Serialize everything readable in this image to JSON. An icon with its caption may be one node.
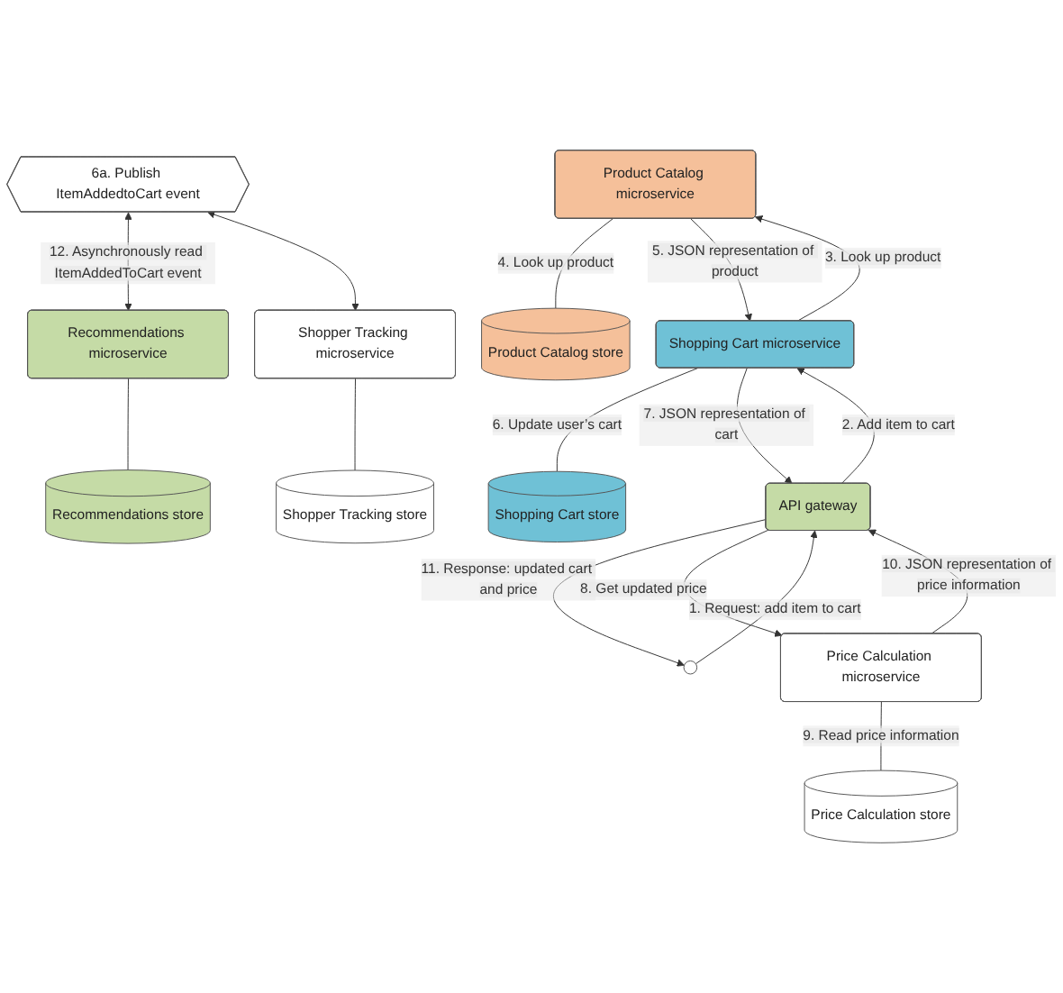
{
  "diagram": {
    "nodes": [
      {
        "text": [
          "Product Catalog microservice"
        ]
      },
      {
        "text": [
          "Product Catalog store"
        ]
      },
      {
        "text": [
          "Shopping Cart microservice"
        ]
      },
      {
        "text": [
          "Shopping Cart store"
        ]
      },
      {
        "text": [
          "6a. Publish ItemAddedtoCart event"
        ]
      },
      {
        "text": [
          "Recommendations microservice"
        ]
      },
      {
        "text": [
          "Recommendations store"
        ]
      },
      {
        "text": [
          "Shopper Tracking microservice"
        ]
      },
      {
        "text": [
          "Shopper Tracking store"
        ]
      },
      {
        "text": [],
        "shape": "person"
      },
      {
        "text": [
          "API gateway"
        ]
      },
      {
        "text": [
          "Price Calculation microservice"
        ]
      },
      {
        "text": [
          "Price Calculation store"
        ]
      }
    ],
    "edges": [
      {
        "from": 0,
        "to": 1,
        "arrow": "none",
        "label": "4. Look up product"
      },
      {
        "from": 2,
        "to": 0,
        "arrow": "to",
        "label": "3. Look up product"
      },
      {
        "from": 0,
        "to": 2,
        "arrow": "to",
        "label": "5. JSON representation of product"
      },
      {
        "from": 2,
        "to": 3,
        "arrow": "none",
        "label": "6. Update user’s cart"
      },
      {
        "from": 4,
        "to": 5,
        "arrow": "both",
        "label": "12. Asynchronously read ItemAddedToCart event"
      },
      {
        "from": 4,
        "to": 7,
        "arrow": "both"
      },
      {
        "from": 5,
        "to": 6,
        "arrow": "none"
      },
      {
        "from": 7,
        "to": 8,
        "arrow": "none"
      },
      {
        "from": 10,
        "to": 2,
        "arrow": "to",
        "label": "2. Add item to cart"
      },
      {
        "from": 2,
        "to": 10,
        "arrow": "to",
        "label": "7. JSON representation of cart"
      },
      {
        "from": 9,
        "to": 10,
        "arrow": "to",
        "label": "1. Request: add item to cart"
      },
      {
        "from": 10,
        "to": 9,
        "arrow": "to",
        "label": "11. Response: updated cart and price"
      },
      {
        "from": 10,
        "to": 11,
        "arrow": "to",
        "label": "8. Get updated price"
      },
      {
        "from": 11,
        "to": 10,
        "arrow": "to",
        "label": "10. JSON representation of price information"
      },
      {
        "from": 11,
        "to": 12,
        "arrow": "none",
        "label": "9. Read price information"
      }
    ]
  }
}
